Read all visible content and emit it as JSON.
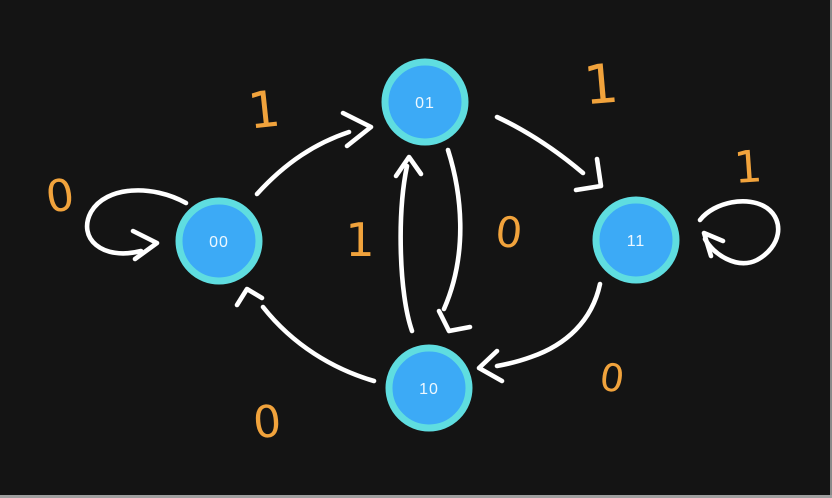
{
  "diagram": {
    "type": "state-machine",
    "states": [
      {
        "id": "00",
        "label": "00"
      },
      {
        "id": "01",
        "label": "01"
      },
      {
        "id": "11",
        "label": "11"
      },
      {
        "id": "10",
        "label": "10"
      }
    ],
    "transitions": [
      {
        "from": "00",
        "to": "00",
        "label": "0"
      },
      {
        "from": "00",
        "to": "01",
        "label": "1"
      },
      {
        "from": "10",
        "to": "01",
        "label": "1"
      },
      {
        "from": "01",
        "to": "10",
        "label": "0"
      },
      {
        "from": "01",
        "to": "11",
        "label": "1"
      },
      {
        "from": "11",
        "to": "11",
        "label": "1"
      },
      {
        "from": "11",
        "to": "10",
        "label": "0"
      },
      {
        "from": "10",
        "to": "00",
        "label": "0"
      }
    ],
    "colors": {
      "background": "#141414",
      "node_fill": "#3caaf6",
      "node_ring": "#5fdde0",
      "node_text": "#eef8ff",
      "edge": "#ffffff",
      "label": "#f1a33c",
      "window_edge": "#9a9a9a"
    }
  }
}
